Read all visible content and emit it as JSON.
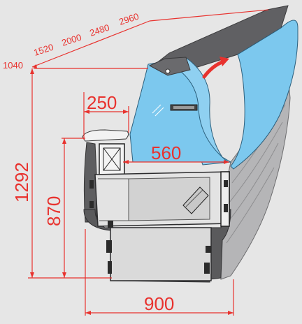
{
  "lengths": {
    "l1040": "1040",
    "l1520": "1520",
    "l2000": "2000",
    "l2480": "2480",
    "l2960": "2960"
  },
  "dimensions": {
    "height_total": "1292",
    "height_counter": "870",
    "shelf_depth": "250",
    "display_depth": "560",
    "base_width": "900"
  },
  "colors": {
    "dimension_red": "#e8322e",
    "glass_blue": "#7cc8ee",
    "body_dark": "#5a5a5c",
    "body_light": "#b9b9bb",
    "background": "#e6e6e6"
  },
  "icons": {
    "arrow": "curved-arrow-icon"
  }
}
